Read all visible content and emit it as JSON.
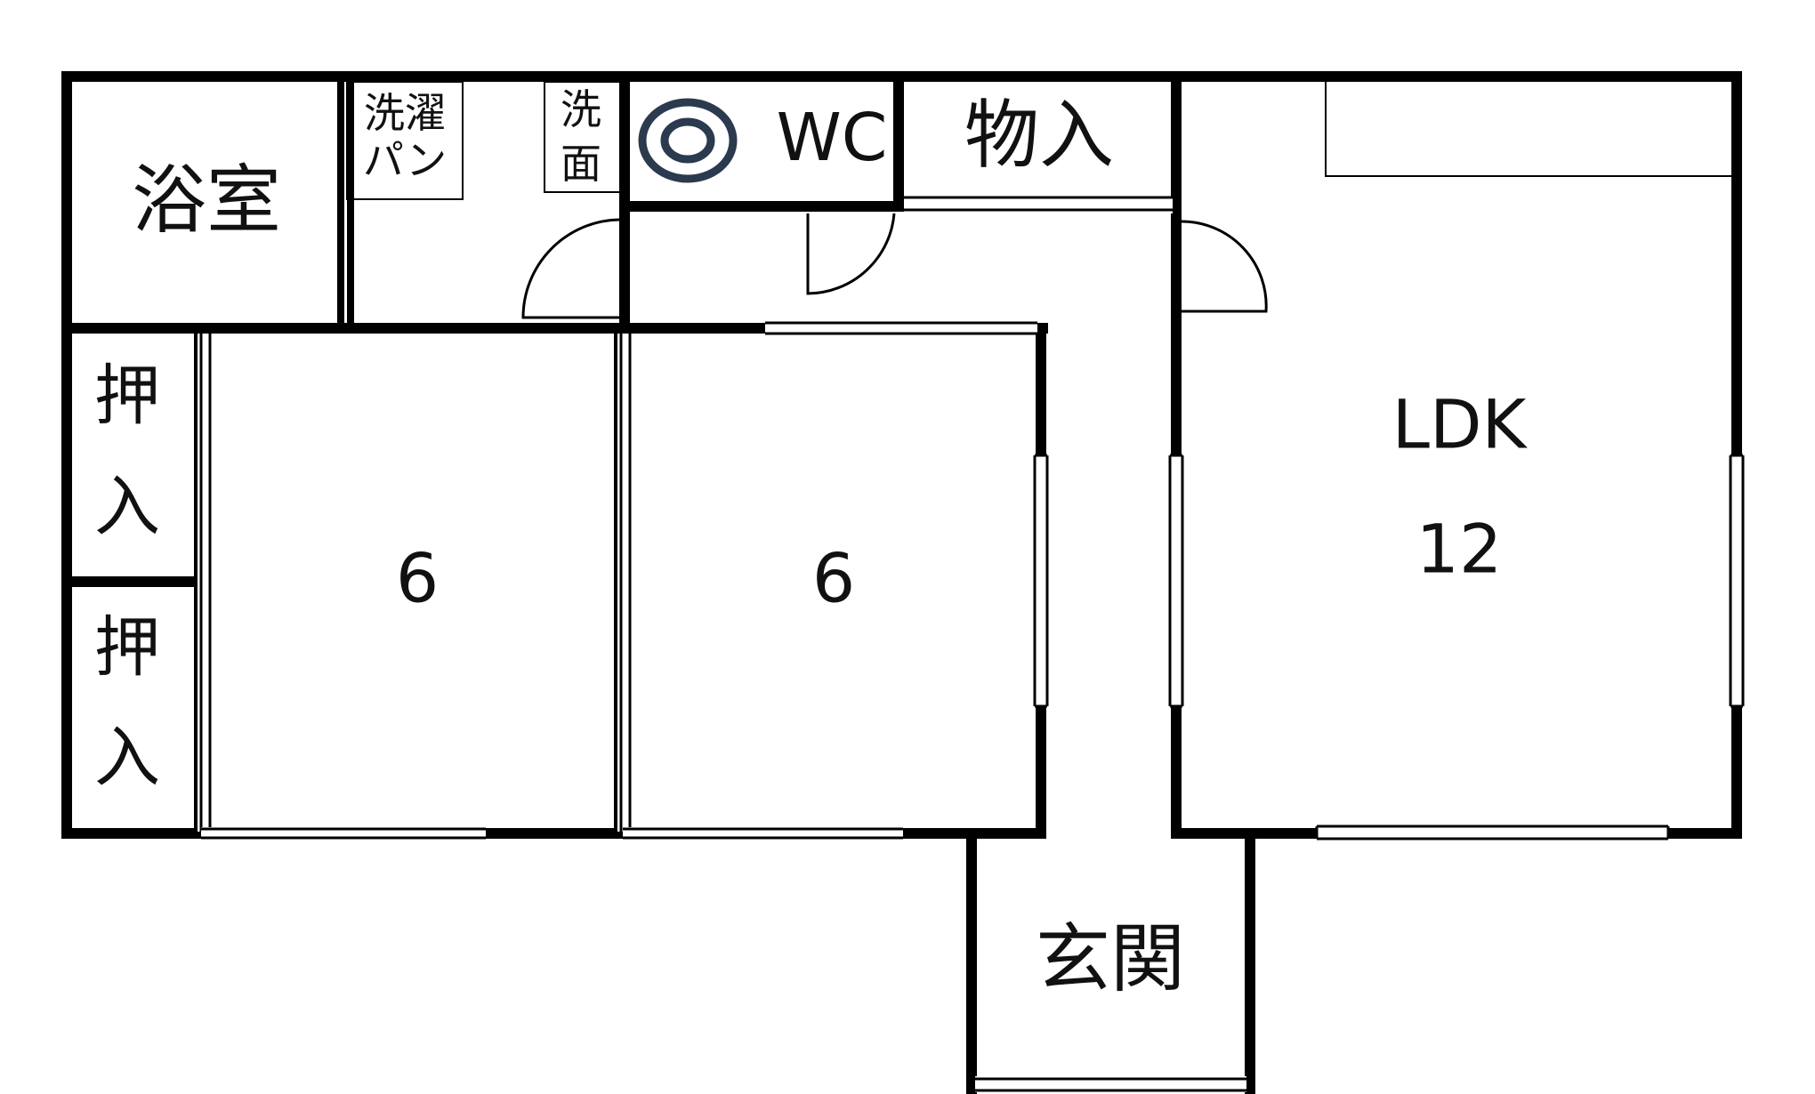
{
  "rooms": {
    "bath": "浴室",
    "laundry_line1": "洗濯",
    "laundry_line2": "パン",
    "washroom_line1": "洗",
    "washroom_line2": "面",
    "wc": "WC",
    "storage": "物入",
    "closet_top_line1": "押",
    "closet_top_line2": "入",
    "closet_bottom_line1": "押",
    "closet_bottom_line2": "入",
    "room1_size": "6",
    "room2_size": "6",
    "ldk_name": "LDK",
    "ldk_size": "12",
    "entrance": "玄関"
  },
  "icons": {
    "toilet": "toilet-icon"
  },
  "colors": {
    "toilet_icon": "#2b3a4e"
  }
}
